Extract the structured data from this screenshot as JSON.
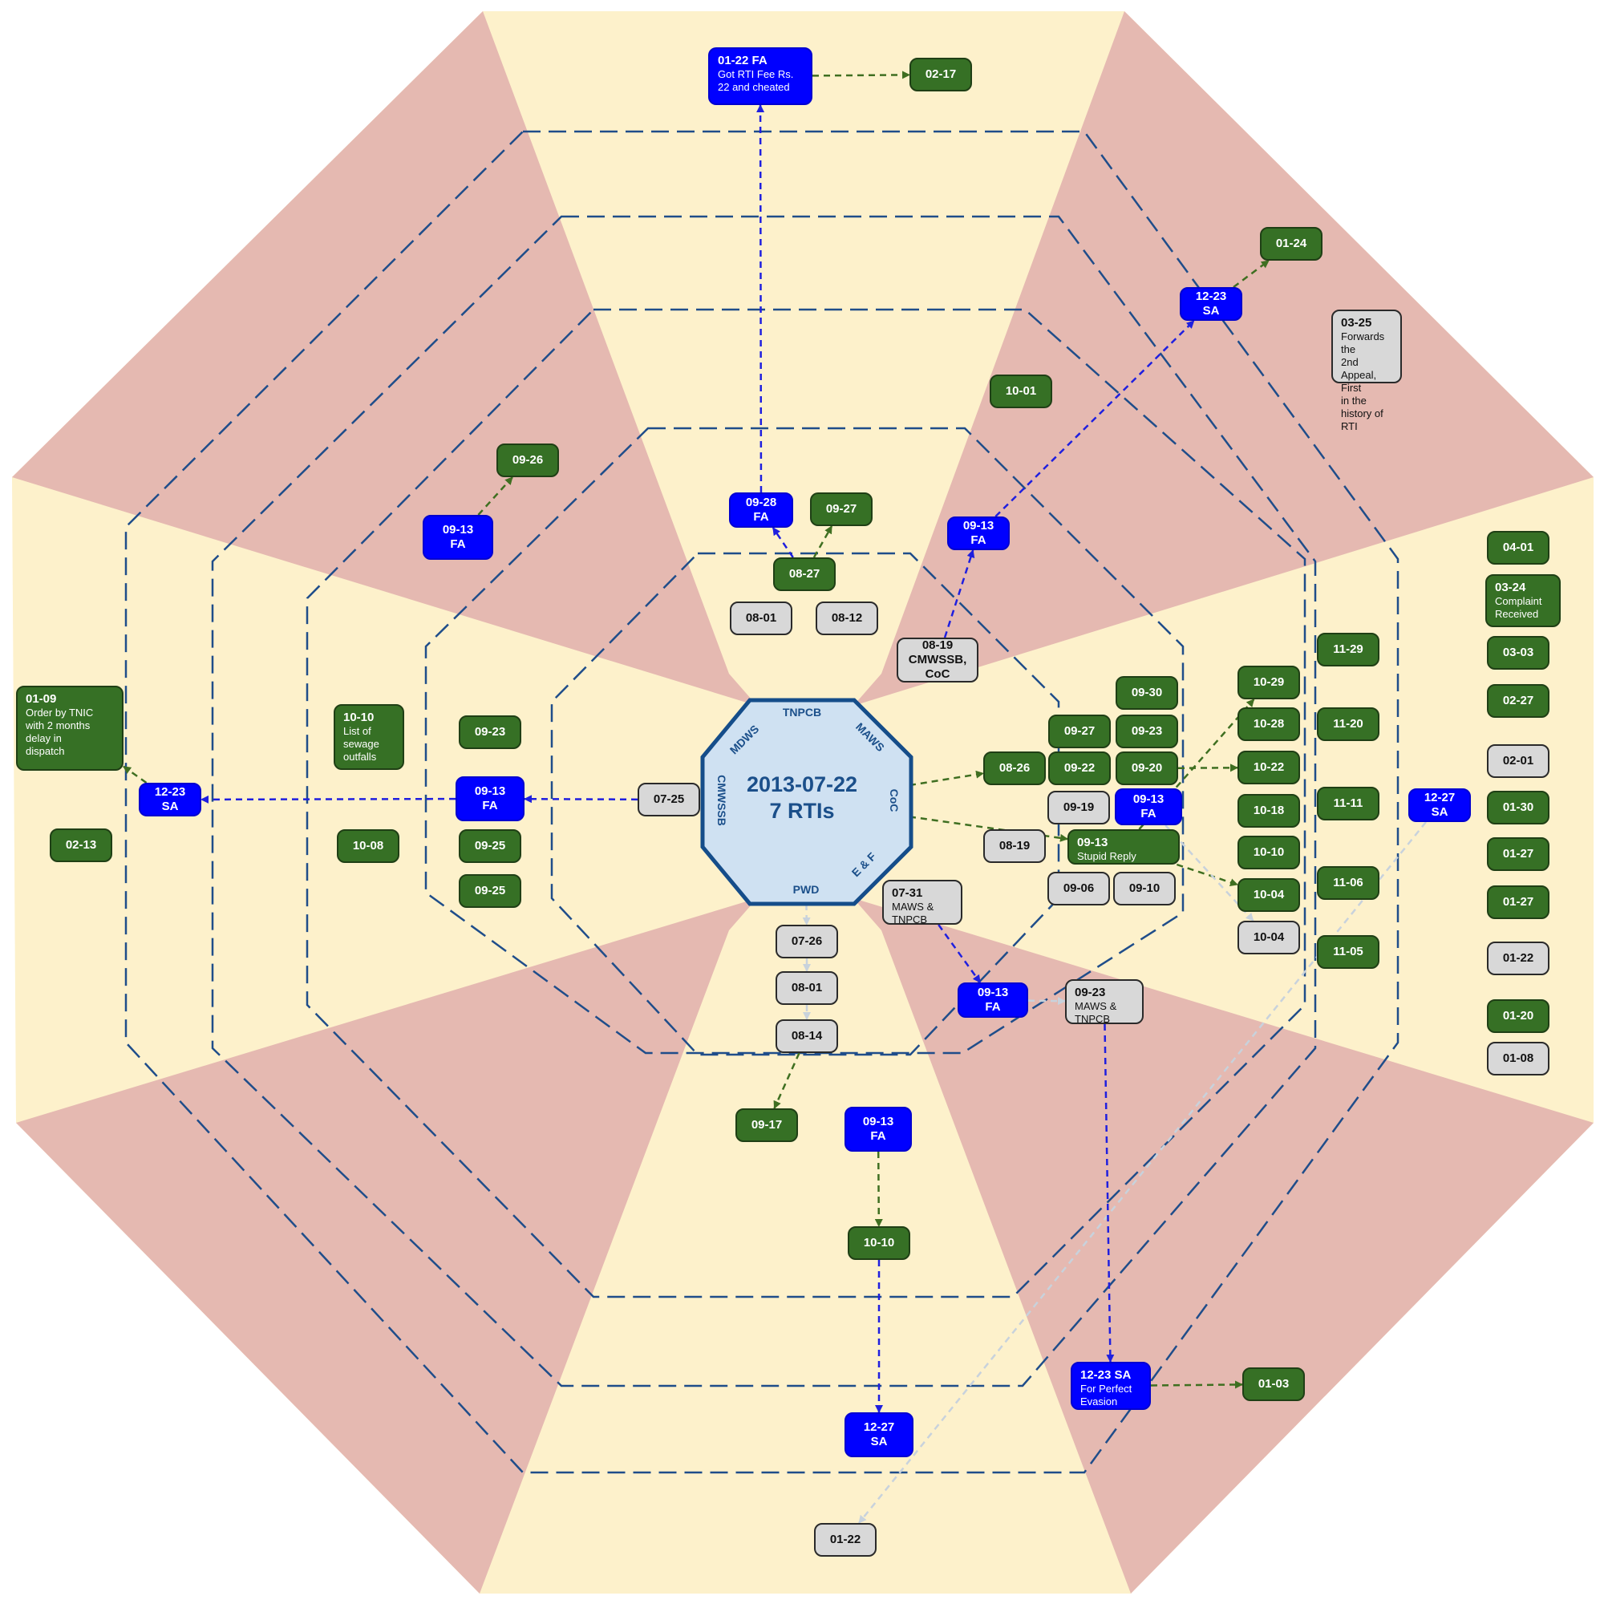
{
  "center": {
    "date": "2013-07-22",
    "count": "7 RTIs",
    "departments": [
      "TNPCB",
      "MAWS",
      "CoC",
      "E & F",
      "PWD",
      "CMWSSB",
      "MDWS"
    ]
  },
  "colors": {
    "sector_red": "#e5b9b1",
    "sector_cream": "#fdf1cb",
    "ring_line": "#1f4d8a",
    "center_fill": "#cfe1f2",
    "center_border": "#154d8a",
    "green_box": "#367025",
    "blue_box": "#0000ff",
    "gray_box": "#d8d8d8",
    "green_arrow": "#3f6f21",
    "blue_arrow": "#1f1fdf",
    "gray_arrow": "#c8d2dc"
  },
  "nodes": [
    {
      "id": "fa0122",
      "kind": "b",
      "date": "01-22 FA",
      "note": "Got RTI Fee Rs.\n22 and cheated"
    },
    {
      "id": "g0217",
      "kind": "g",
      "date": "02-17"
    },
    {
      "id": "g0124",
      "kind": "g",
      "date": "01-24"
    },
    {
      "id": "sa1223a",
      "kind": "b",
      "date": "12-23\nSA"
    },
    {
      "id": "w0325",
      "kind": "w",
      "date": "03-25",
      "note": "Forwards the\n2nd Appeal, First\nin the history of\nRTI"
    },
    {
      "id": "g1001",
      "kind": "g",
      "date": "10-01"
    },
    {
      "id": "g0926",
      "kind": "g",
      "date": "09-26"
    },
    {
      "id": "fa0913a",
      "kind": "b",
      "date": "09-13\nFA"
    },
    {
      "id": "fa0928",
      "kind": "b",
      "date": "09-28\nFA"
    },
    {
      "id": "g0927a",
      "kind": "g",
      "date": "09-27"
    },
    {
      "id": "fa0913b",
      "kind": "b",
      "date": "09-13\nFA"
    },
    {
      "id": "g0827",
      "kind": "g",
      "date": "08-27"
    },
    {
      "id": "w0801a",
      "kind": "w",
      "date": "08-01"
    },
    {
      "id": "w0812",
      "kind": "w",
      "date": "08-12"
    },
    {
      "id": "w0819a",
      "kind": "w",
      "date": "08-19\nCMWSSB,\nCoC"
    },
    {
      "id": "g0401",
      "kind": "g",
      "date": "04-01"
    },
    {
      "id": "g0324",
      "kind": "g",
      "date": "03-24",
      "note": "Complaint\nReceived"
    },
    {
      "id": "g0303",
      "kind": "g",
      "date": "03-03"
    },
    {
      "id": "g0227",
      "kind": "g",
      "date": "02-27"
    },
    {
      "id": "w0201",
      "kind": "w",
      "date": "02-01"
    },
    {
      "id": "g0130",
      "kind": "g",
      "date": "01-30"
    },
    {
      "id": "g0127a",
      "kind": "g",
      "date": "01-27"
    },
    {
      "id": "g0127b",
      "kind": "g",
      "date": "01-27"
    },
    {
      "id": "w0122a",
      "kind": "w",
      "date": "01-22"
    },
    {
      "id": "g0120",
      "kind": "g",
      "date": "01-20"
    },
    {
      "id": "w0108",
      "kind": "w",
      "date": "01-08"
    },
    {
      "id": "sa1227a",
      "kind": "b",
      "date": "12-27\nSA"
    },
    {
      "id": "g1129",
      "kind": "g",
      "date": "11-29"
    },
    {
      "id": "g1120",
      "kind": "g",
      "date": "11-20"
    },
    {
      "id": "g1111",
      "kind": "g",
      "date": "11-11"
    },
    {
      "id": "g1106",
      "kind": "g",
      "date": "11-06"
    },
    {
      "id": "g1105",
      "kind": "g",
      "date": "11-05"
    },
    {
      "id": "g1029",
      "kind": "g",
      "date": "10-29"
    },
    {
      "id": "g1028",
      "kind": "g",
      "date": "10-28"
    },
    {
      "id": "g1022",
      "kind": "g",
      "date": "10-22"
    },
    {
      "id": "g1018",
      "kind": "g",
      "date": "10-18"
    },
    {
      "id": "g1010a",
      "kind": "g",
      "date": "10-10"
    },
    {
      "id": "g1004",
      "kind": "g",
      "date": "10-04"
    },
    {
      "id": "w1004",
      "kind": "w",
      "date": "10-04"
    },
    {
      "id": "g0930",
      "kind": "g",
      "date": "09-30"
    },
    {
      "id": "g0927b",
      "kind": "g",
      "date": "09-27"
    },
    {
      "id": "g0923a",
      "kind": "g",
      "date": "09-23"
    },
    {
      "id": "g0922",
      "kind": "g",
      "date": "09-22"
    },
    {
      "id": "g0920",
      "kind": "g",
      "date": "09-20"
    },
    {
      "id": "w0919",
      "kind": "w",
      "date": "09-19"
    },
    {
      "id": "fa0913c",
      "kind": "b",
      "date": "09-13\nFA"
    },
    {
      "id": "g0826",
      "kind": "g",
      "date": "08-26"
    },
    {
      "id": "w0819b",
      "kind": "w",
      "date": "08-19"
    },
    {
      "id": "g0913s",
      "kind": "g",
      "date": "09-13",
      "note": "Stupid Reply"
    },
    {
      "id": "w0906",
      "kind": "w",
      "date": "09-06"
    },
    {
      "id": "w0910",
      "kind": "w",
      "date": "09-10"
    },
    {
      "id": "g0109",
      "kind": "g",
      "date": "01-09",
      "note": "Order by TNIC\nwith 2 months\ndelay in\ndispatch"
    },
    {
      "id": "sa1223b",
      "kind": "b",
      "date": "12-23\nSA"
    },
    {
      "id": "g0213",
      "kind": "g",
      "date": "02-13"
    },
    {
      "id": "g1010b",
      "kind": "g",
      "date": "10-10",
      "note": "List of\nsewage\noutfalls"
    },
    {
      "id": "g1008",
      "kind": "g",
      "date": "10-08"
    },
    {
      "id": "g0923b",
      "kind": "g",
      "date": "09-23"
    },
    {
      "id": "fa0913d",
      "kind": "b",
      "date": "09-13\nFA"
    },
    {
      "id": "g0925a",
      "kind": "g",
      "date": "09-25"
    },
    {
      "id": "g0925b",
      "kind": "g",
      "date": "09-25"
    },
    {
      "id": "w0725",
      "kind": "w",
      "date": "07-25"
    },
    {
      "id": "w0731",
      "kind": "w",
      "date": "07-31",
      "note": "MAWS &\nTNPCB"
    },
    {
      "id": "w0726",
      "kind": "w",
      "date": "07-26"
    },
    {
      "id": "w0801b",
      "kind": "w",
      "date": "08-01"
    },
    {
      "id": "w0814",
      "kind": "w",
      "date": "08-14"
    },
    {
      "id": "fa0913e",
      "kind": "b",
      "date": "09-13\nFA"
    },
    {
      "id": "w0923",
      "kind": "w",
      "date": "09-23",
      "note": "MAWS &\nTNPCB"
    },
    {
      "id": "g0917",
      "kind": "g",
      "date": "09-17"
    },
    {
      "id": "fa0913f",
      "kind": "b",
      "date": "09-13\nFA"
    },
    {
      "id": "g1010c",
      "kind": "g",
      "date": "10-10"
    },
    {
      "id": "sa1227b",
      "kind": "b",
      "date": "12-27\nSA"
    },
    {
      "id": "sa1223c",
      "kind": "b",
      "date": "12-23 SA",
      "note": "For Perfect\nEvasion"
    },
    {
      "id": "g0103",
      "kind": "g",
      "date": "01-03"
    },
    {
      "id": "w0122b",
      "kind": "w",
      "date": "01-22"
    }
  ],
  "arrows": [
    {
      "from": "fa0928",
      "to": "fa0122",
      "style": "blue"
    },
    {
      "from": "fa0122",
      "to": "g0217",
      "style": "green"
    },
    {
      "from": "g0827",
      "to": "fa0928",
      "style": "blue"
    },
    {
      "from": "g0827",
      "to": "g0927a",
      "style": "green"
    },
    {
      "from": "fa0913a",
      "to": "g0926",
      "style": "green"
    },
    {
      "from": "w0819a",
      "to": "fa0913b",
      "style": "blue"
    },
    {
      "from": "fa0913b",
      "to": "sa1223a",
      "style": "blue"
    },
    {
      "from": "sa1223a",
      "to": "g0124",
      "style": "green"
    },
    {
      "from": "center",
      "to": "g0826",
      "style": "green"
    },
    {
      "from": "center",
      "to": "g0913s",
      "style": "green"
    },
    {
      "from": "g0920",
      "to": "g1022",
      "style": "green"
    },
    {
      "from": "g0913s",
      "to": "g1029",
      "style": "green"
    },
    {
      "from": "g0913s",
      "to": "g1004",
      "style": "green"
    },
    {
      "from": "fa0913c",
      "to": "w1004",
      "style": "gray"
    },
    {
      "from": "sa1227a",
      "to": "w0122b",
      "style": "gray"
    },
    {
      "from": "w0725",
      "to": "fa0913d",
      "style": "blue"
    },
    {
      "from": "fa0913d",
      "to": "sa1223b",
      "style": "blue"
    },
    {
      "from": "sa1223b",
      "to": "g0109",
      "style": "green"
    },
    {
      "from": "center",
      "to": "w0726",
      "style": "gray"
    },
    {
      "from": "w0726",
      "to": "w0801b",
      "style": "gray"
    },
    {
      "from": "w0801b",
      "to": "w0814",
      "style": "gray"
    },
    {
      "from": "w0814",
      "to": "g0917",
      "style": "green"
    },
    {
      "from": "w0731",
      "to": "fa0913e",
      "style": "blue"
    },
    {
      "from": "fa0913e",
      "to": "w0923",
      "style": "gray"
    },
    {
      "from": "w0923",
      "to": "sa1223c",
      "style": "blue"
    },
    {
      "from": "sa1223c",
      "to": "g0103",
      "style": "green"
    },
    {
      "from": "fa0913f",
      "to": "g1010c",
      "style": "green"
    },
    {
      "from": "g1010c",
      "to": "sa1227b",
      "style": "blue"
    }
  ]
}
